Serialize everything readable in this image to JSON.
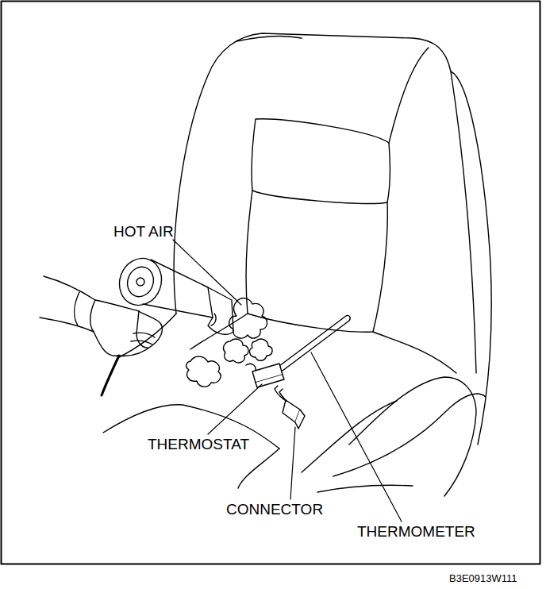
{
  "diagram": {
    "labels": [
      "HOT AIR",
      "THERMOSTAT",
      "CONNECTOR",
      "THERMOMETER",
      "B3E0913W111"
    ]
  }
}
